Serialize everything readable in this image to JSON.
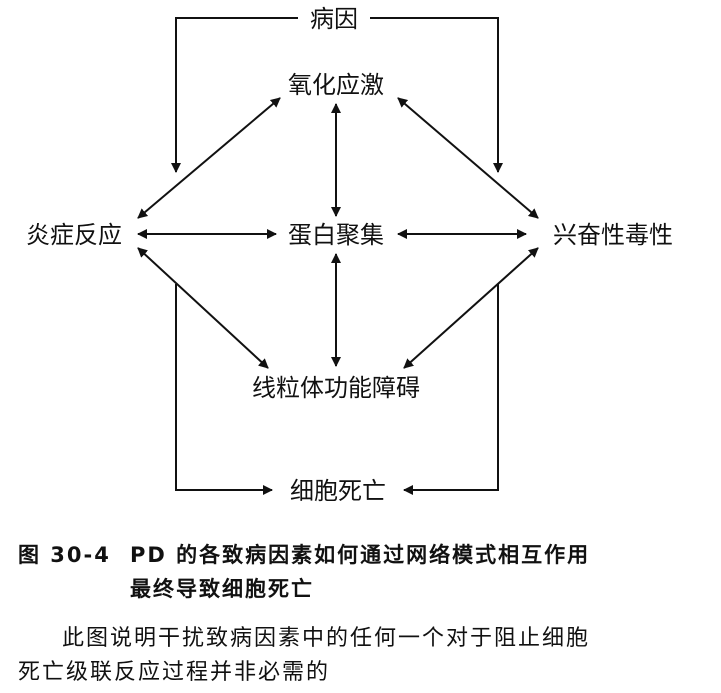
{
  "diagram": {
    "nodes": {
      "cause": "病因",
      "oxidative": "氧化应激",
      "inflammation": "炎症反应",
      "protein": "蛋白聚集",
      "excitotoxicity": "兴奋性毒性",
      "mitochondria": "线粒体功能障碍",
      "death": "细胞死亡"
    },
    "colors": {
      "line": "#111111",
      "text": "#111111",
      "background": "#ffffff"
    }
  },
  "caption": {
    "label": "图 30-4",
    "line1": "PD 的各致病因素如何通过网络模式相互作用",
    "line2": "最终导致细胞死亡"
  },
  "note": {
    "line1": "此图说明干扰致病因素中的任何一个对于阻止细胞",
    "line2": "死亡级联反应过程并非必需的"
  }
}
